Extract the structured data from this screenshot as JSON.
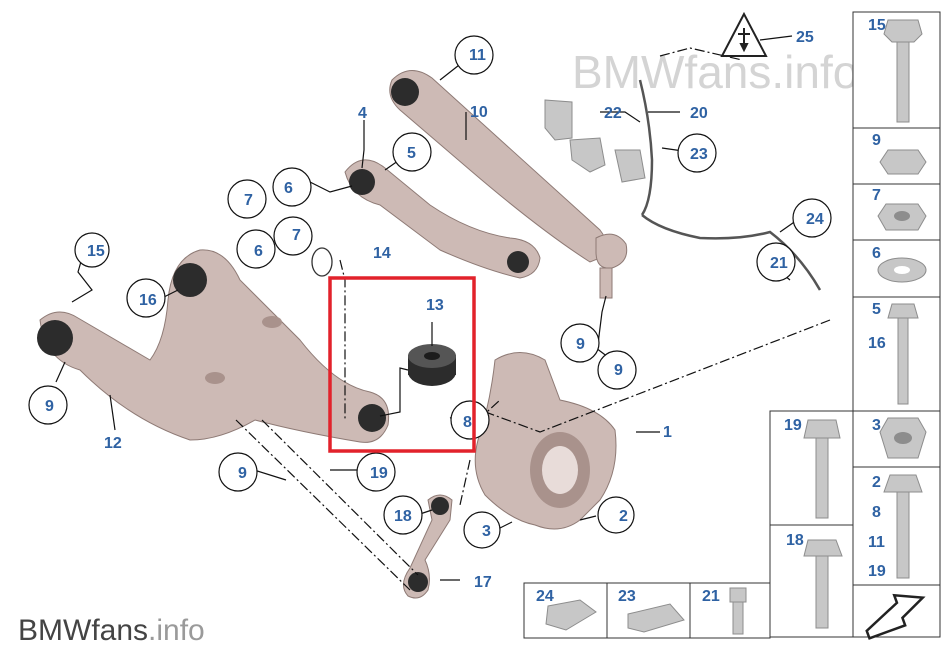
{
  "watermark_top": "BMWfans.info",
  "watermark_bottom": {
    "brand": "BMWfans",
    "suffix": ".info"
  },
  "callouts": {
    "c1": "1",
    "c2": "2",
    "c3": "3",
    "c4": "4",
    "c5": "5",
    "c6a": "6",
    "c6b": "6",
    "c7a": "7",
    "c7b": "7",
    "c8": "8",
    "c9a": "9",
    "c9b": "9",
    "c9c": "9",
    "c9d": "9",
    "c10": "10",
    "c11": "11",
    "c12": "12",
    "c13": "13",
    "c14": "14",
    "c15": "15",
    "c16": "16",
    "c17": "17",
    "c18": "18",
    "c19": "19",
    "c20": "20",
    "c21": "21",
    "c22": "22",
    "c23": "23",
    "c24": "24",
    "c25": "25"
  },
  "right_panel": {
    "p15": "15",
    "p9": "9",
    "p7": "7",
    "p6": "6",
    "p5": "5",
    "p16": "16",
    "p3": "3",
    "p2": "2",
    "p8": "8",
    "p11": "11",
    "p19": "19"
  },
  "side_panels": {
    "s19": "19",
    "s18": "18"
  },
  "bottom_panels": {
    "b24": "24",
    "b23": "23",
    "b21": "21"
  },
  "colors": {
    "callout": "#2f62a3",
    "highlight": "#e2222b",
    "part": "#cdbab5"
  },
  "icons": [
    "warning-triangle-icon",
    "next-page-arrow-icon"
  ]
}
